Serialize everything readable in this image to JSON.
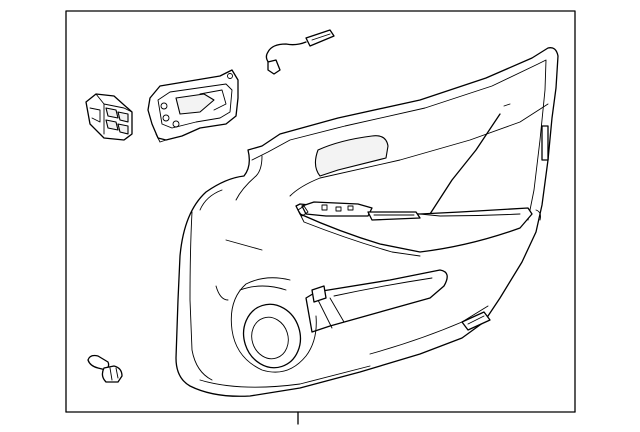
{
  "diagram": {
    "colors": {
      "line": "#000000",
      "background": "#ffffff"
    },
    "parts": [
      "door-trim-panel",
      "power-window-switch",
      "inside-door-handle",
      "wire-harness-connector",
      "trim-retainer-clip"
    ]
  }
}
